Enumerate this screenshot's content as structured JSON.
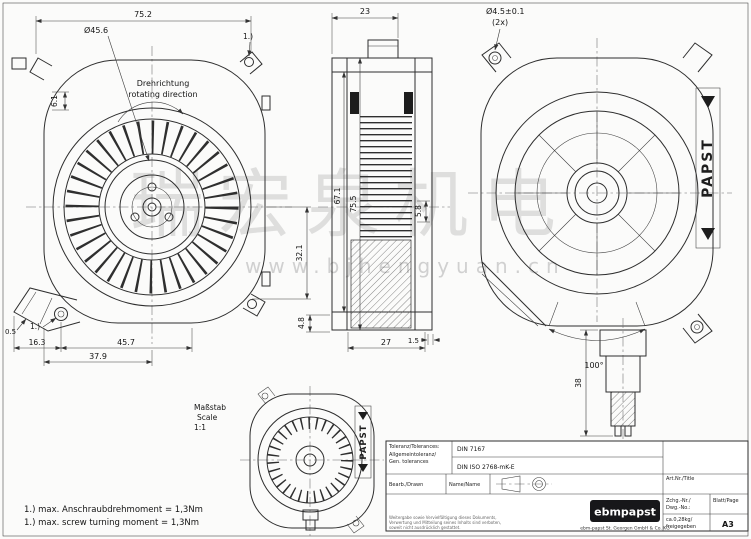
{
  "watermark": {
    "chinese_text": "瑞宏泉机电",
    "url_text": "www.bjhengyuan.cn"
  },
  "front_view": {
    "rotation_label_de": "Drehrichtung",
    "rotation_label_en": "rotating direction",
    "dim_width": "75.2",
    "dim_inlet_dia": "Ø45.6",
    "note_ref_top": "1.)",
    "dim_side": "6.1",
    "dim_lower_right": "32.1",
    "dim_foot_lip": "0.5",
    "note_ref_bottom": "1.)",
    "dim_bottom_left": "16.3",
    "dim_bottom_mid": "45.7",
    "dim_bottom_total": "37.9"
  },
  "side_view": {
    "dim_depth": "23",
    "dim_height_inner": "67.1",
    "dim_height_outer": "75.5",
    "dim_step": "5.8",
    "dim_foot": "4.8",
    "dim_bottom": "27",
    "dim_small": "1.5"
  },
  "rear_view": {
    "dim_hole_dia": "Ø4.5±0.1",
    "dim_hole_qty": "(2x)",
    "brand": "PAPST",
    "dim_angle": "100°",
    "dim_connector_len": "38"
  },
  "scale_view": {
    "label_de": "Maßstab",
    "label_en": "Scale",
    "ratio": "1:1",
    "brand": "PAPST"
  },
  "notes": {
    "line1_de": "1.) max. Anschraubdrehmoment = 1,3Nm",
    "line2_en": "1.) max. screw turning moment = 1,3Nm"
  },
  "title_block": {
    "tolerance_label": "Toleranz/Tolerances:",
    "tolerance_line1": "Allgemeintoleranz/",
    "tolerance_line2": "Gen. tolerances",
    "din": "DIN 7167",
    "din_iso": "DIN ISO 2768-mK-E",
    "drawn_label": "Bearb./Drawn",
    "name_label": "Name/Name",
    "confidential_line1": "Weitergabe sowie Vervielfältigung dieses Dokuments,",
    "confidential_line2": "Verwertung und Mitteilung seines Inhalts sind verboten,",
    "confidential_line3": "soweit nicht ausdrücklich gestattet.",
    "brand": "ebmpapst",
    "company": "ebm-papst St. Georgen GmbH & Co. KG",
    "art_label": "Art.Nr./Title",
    "dwg_label_line1": "Zchg.-Nr./",
    "dwg_label_line2": "Dwg.-No.:",
    "sheet_label": "Blatt/Page",
    "weight": "ca.0,28kg/",
    "released": "freigegeben",
    "format": "A3"
  }
}
